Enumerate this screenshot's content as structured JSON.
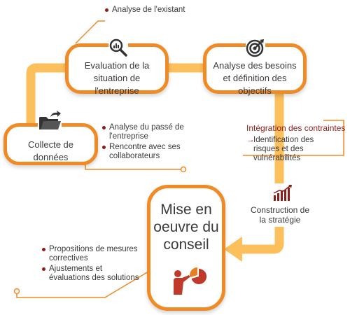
{
  "steps": {
    "evaluation": "Evaluation de la situation de l'entreprise",
    "besoins": "Analyse des besoins et définition des objectifs",
    "collecte": "Collecte de données",
    "strategie": "Construction de la stratégie",
    "mise_en_oeuvre": "Mise en oeuvre du conseil"
  },
  "notes": {
    "existant": "Analyse de l'existant",
    "collecte": [
      "Analyse du passé de l'entreprise",
      "Rencontre avec ses collaborateurs"
    ],
    "contraintes_title": "Intégration des contraintes",
    "contraintes_item": "Identification des risques et des vulnérabilités",
    "conseil": [
      "Propositions de mesures correctives",
      "Ajustements et évaluations des solutions"
    ]
  },
  "colors": {
    "orange": "#f08a24",
    "light_orange": "#fbbf5c",
    "dark_red": "#8c1d18"
  },
  "icons": [
    "magnifier-chart-icon",
    "target-icon",
    "folder-icon",
    "growth-chart-icon",
    "presenter-icon"
  ]
}
